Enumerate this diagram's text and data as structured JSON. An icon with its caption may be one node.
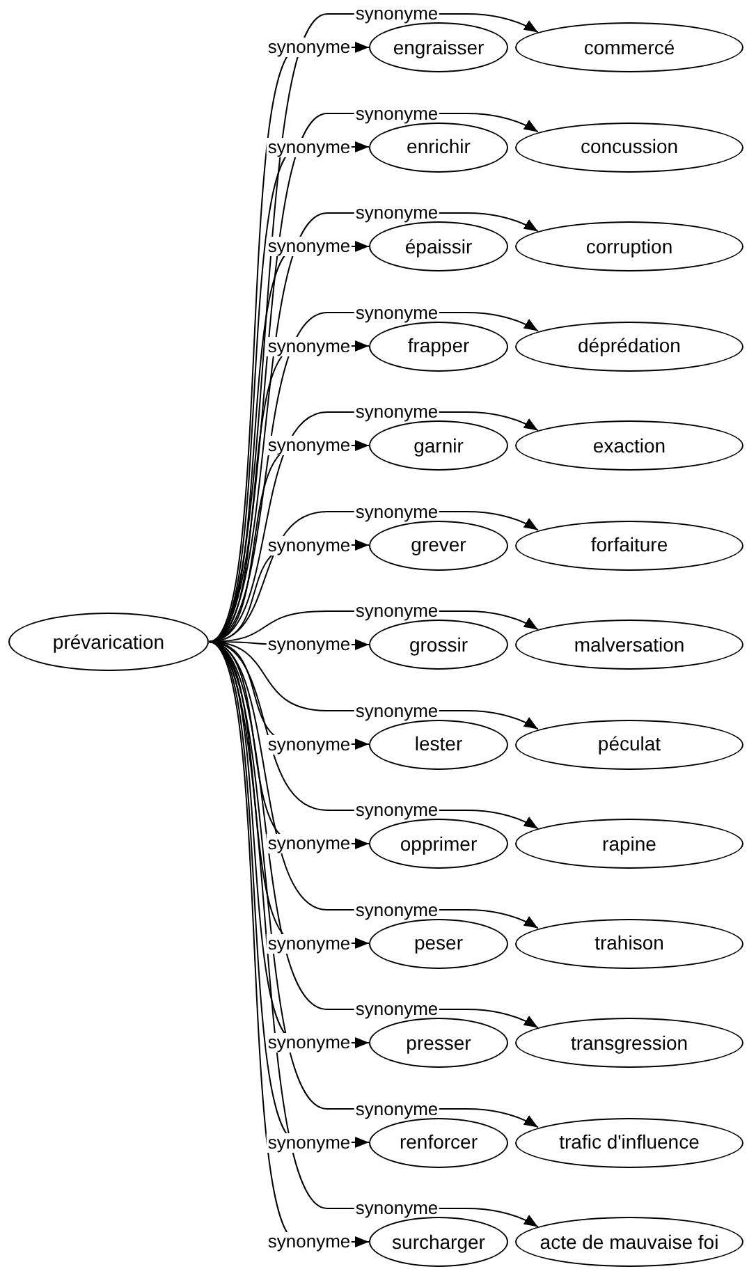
{
  "diagram": {
    "nodes": [
      {
        "text": [
          "prévarication"
        ]
      },
      {
        "text": [
          "engraisser"
        ]
      },
      {
        "text": [
          "commercé"
        ]
      },
      {
        "text": [
          "enrichir"
        ]
      },
      {
        "text": [
          "concussion"
        ]
      },
      {
        "text": [
          "épaissir"
        ]
      },
      {
        "text": [
          "corruption"
        ]
      },
      {
        "text": [
          "frapper"
        ]
      },
      {
        "text": [
          "déprédation"
        ]
      },
      {
        "text": [
          "garnir"
        ]
      },
      {
        "text": [
          "exaction"
        ]
      },
      {
        "text": [
          "grever"
        ]
      },
      {
        "text": [
          "forfaiture"
        ]
      },
      {
        "text": [
          "grossir"
        ]
      },
      {
        "text": [
          "malversation"
        ]
      },
      {
        "text": [
          "lester"
        ]
      },
      {
        "text": [
          "péculat"
        ]
      },
      {
        "text": [
          "opprimer"
        ]
      },
      {
        "text": [
          "rapine"
        ]
      },
      {
        "text": [
          "peser"
        ]
      },
      {
        "text": [
          "trahison"
        ]
      },
      {
        "text": [
          "presser"
        ]
      },
      {
        "text": [
          "transgression"
        ]
      },
      {
        "text": [
          "renforcer"
        ]
      },
      {
        "text": [
          "trafic d'influence"
        ]
      },
      {
        "text": [
          "surcharger"
        ]
      },
      {
        "text": [
          "acte de mauvaise foi"
        ]
      }
    ],
    "edges": [
      {
        "from": 0,
        "to": 1,
        "arrow": "to",
        "label": "synonyme"
      },
      {
        "from": 0,
        "to": 2,
        "arrow": "to",
        "label": "synonyme"
      },
      {
        "from": 0,
        "to": 3,
        "arrow": "to",
        "label": "synonyme"
      },
      {
        "from": 0,
        "to": 4,
        "arrow": "to",
        "label": "synonyme"
      },
      {
        "from": 0,
        "to": 5,
        "arrow": "to",
        "label": "synonyme"
      },
      {
        "from": 0,
        "to": 6,
        "arrow": "to",
        "label": "synonyme"
      },
      {
        "from": 0,
        "to": 7,
        "arrow": "to",
        "label": "synonyme"
      },
      {
        "from": 0,
        "to": 8,
        "arrow": "to",
        "label": "synonyme"
      },
      {
        "from": 0,
        "to": 9,
        "arrow": "to",
        "label": "synonyme"
      },
      {
        "from": 0,
        "to": 10,
        "arrow": "to",
        "label": "synonyme"
      },
      {
        "from": 0,
        "to": 11,
        "arrow": "to",
        "label": "synonyme"
      },
      {
        "from": 0,
        "to": 12,
        "arrow": "to",
        "label": "synonyme"
      },
      {
        "from": 0,
        "to": 13,
        "arrow": "to",
        "label": "synonyme"
      },
      {
        "from": 0,
        "to": 14,
        "arrow": "to",
        "label": "synonyme"
      },
      {
        "from": 0,
        "to": 15,
        "arrow": "to",
        "label": "synonyme"
      },
      {
        "from": 0,
        "to": 16,
        "arrow": "to",
        "label": "synonyme"
      },
      {
        "from": 0,
        "to": 17,
        "arrow": "to",
        "label": "synonyme"
      },
      {
        "from": 0,
        "to": 18,
        "arrow": "to",
        "label": "synonyme"
      },
      {
        "from": 0,
        "to": 19,
        "arrow": "to",
        "label": "synonyme"
      },
      {
        "from": 0,
        "to": 20,
        "arrow": "to",
        "label": "synonyme"
      },
      {
        "from": 0,
        "to": 21,
        "arrow": "to",
        "label": "synonyme"
      },
      {
        "from": 0,
        "to": 22,
        "arrow": "to",
        "label": "synonyme"
      },
      {
        "from": 0,
        "to": 23,
        "arrow": "to",
        "label": "synonyme"
      },
      {
        "from": 0,
        "to": 24,
        "arrow": "to",
        "label": "synonyme"
      },
      {
        "from": 0,
        "to": 25,
        "arrow": "to",
        "label": "synonyme"
      },
      {
        "from": 0,
        "to": 26,
        "arrow": "to",
        "label": "synonyme"
      }
    ]
  }
}
